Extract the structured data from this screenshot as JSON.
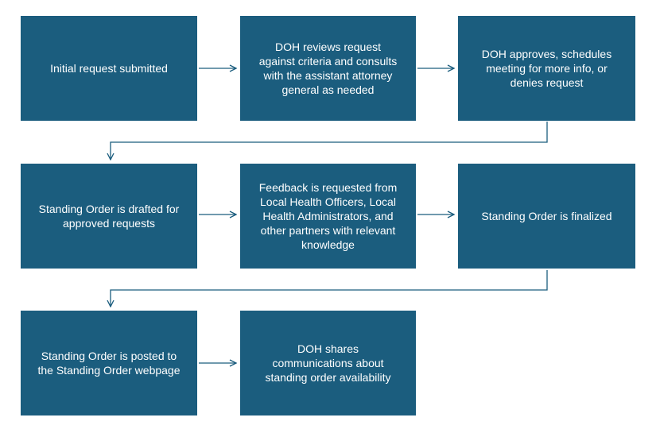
{
  "diagram": {
    "colors": {
      "box_fill": "#1b5d7e",
      "box_text": "#ffffff",
      "arrow": "#1b5d7e"
    },
    "steps": [
      {
        "id": "s1",
        "label": "Initial request submitted"
      },
      {
        "id": "s2",
        "label": "DOH reviews request\nagainst criteria and consults\nwith the assistant attorney\ngeneral as needed"
      },
      {
        "id": "s3",
        "label": "DOH approves, schedules\nmeeting for more info, or\ndenies request"
      },
      {
        "id": "s4",
        "label": "Standing Order is drafted for\napproved requests"
      },
      {
        "id": "s5",
        "label": "Feedback is requested from\nLocal Health Officers, Local\nHealth Administrators,  and\nother partners with relevant\nknowledge"
      },
      {
        "id": "s6",
        "label": "Standing Order is finalized"
      },
      {
        "id": "s7",
        "label": "Standing Order is posted to\nthe Standing  Order webpage"
      },
      {
        "id": "s8",
        "label": "DOH shares\ncommunications  about\nstanding order availability"
      }
    ],
    "edges": [
      {
        "from": "s1",
        "to": "s2"
      },
      {
        "from": "s2",
        "to": "s3"
      },
      {
        "from": "s3",
        "to": "s4"
      },
      {
        "from": "s4",
        "to": "s5"
      },
      {
        "from": "s5",
        "to": "s6"
      },
      {
        "from": "s6",
        "to": "s7"
      },
      {
        "from": "s7",
        "to": "s8"
      }
    ]
  }
}
